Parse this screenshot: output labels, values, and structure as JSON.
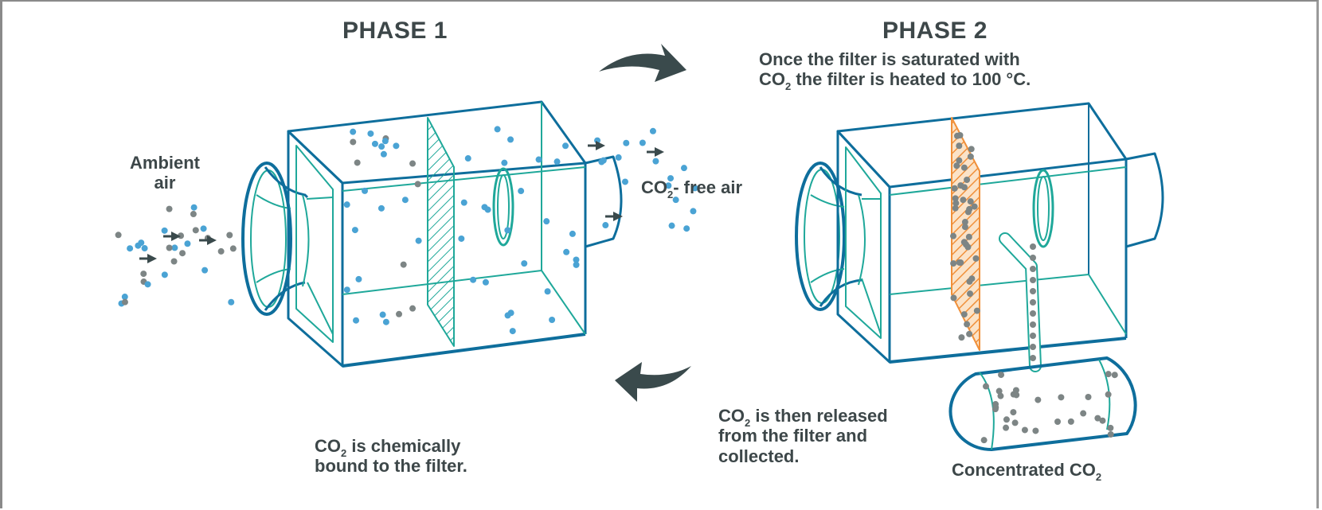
{
  "phase1": {
    "title": "PHASE 1",
    "inlet_label_line1": "Ambient",
    "inlet_label_line2": "air",
    "outlet_label_pre": "CO",
    "outlet_label_sub": "2",
    "outlet_label_post": "- free air",
    "caption_line1_pre": "CO",
    "caption_line1_sub": "2",
    "caption_line1_post": " is chemically",
    "caption_line2": "bound to the filter.",
    "filter_color": "#1fa89a"
  },
  "phase2": {
    "title": "PHASE 2",
    "desc_line1": "Once the filter is saturated with",
    "desc_line2_pre": "CO",
    "desc_line2_sub": "2",
    "desc_line2_post": " the filter is heated to 100 °C.",
    "caption_line1_pre": "CO",
    "caption_line1_sub": "2",
    "caption_line1_post": " is then released",
    "caption_line2": "from the filter and",
    "caption_line3": "collected.",
    "tank_label_pre": "Concentrated CO",
    "tank_label_sub": "2",
    "filter_color": "#f0903a"
  },
  "cycle_arrows": [
    {
      "name": "arrow-phase1-to-phase2",
      "direction": "right"
    },
    {
      "name": "arrow-phase2-to-phase1",
      "direction": "left"
    }
  ],
  "legend_colors": {
    "co2_particle": "#7d8585",
    "air_particle": "#4aa3d4",
    "outline_primary": "#0e6e9c",
    "outline_secondary": "#1fa89a",
    "text": "#3d4749",
    "arrow": "#3a4a4c"
  }
}
